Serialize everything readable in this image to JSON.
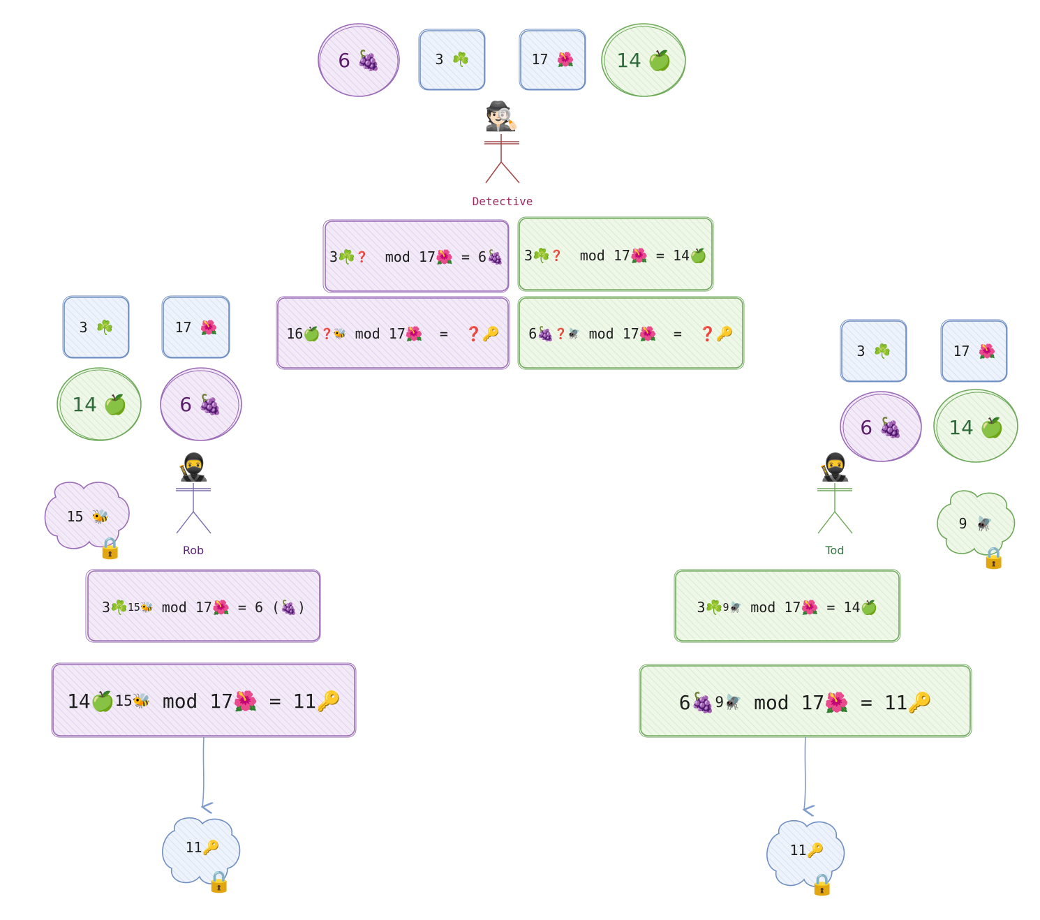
{
  "emoji": {
    "grapes": "🍇",
    "clover": "☘️",
    "hibiscus": "🌺",
    "apple": "🍏",
    "bee": "🐝",
    "fly": "🪰",
    "key": "🔑",
    "lock": "🔒",
    "question": "❓",
    "detective": "🕵🏻",
    "ninja": "🥷"
  },
  "colors": {
    "purple_stroke": "#9a6bb6",
    "purple_fill": "#eee2f5",
    "purple_text": "#5b1d6b",
    "green_stroke": "#6ea95a",
    "green_fill": "#e7f4df",
    "green_text": "#2e6a3a",
    "blue_stroke": "#6f8fc4",
    "blue_fill": "#e6eef9",
    "detective_color": "#a34a4a",
    "detective_label": "#9c2760"
  },
  "top": {
    "grapes_value": "6",
    "clover_value": "3",
    "hibiscus_value": "17",
    "apple_value": "14"
  },
  "detective": {
    "name": "Detective",
    "eq1": {
      "base": "3",
      "mod": "mod 17",
      "result": "= 6"
    },
    "eq2": {
      "base": "3",
      "mod": "mod 17",
      "result": "= 14"
    },
    "eq3": {
      "base": "16",
      "mod": "mod 17",
      "result": "="
    },
    "eq4": {
      "base": "6",
      "mod": "mod 17",
      "result": "="
    }
  },
  "rob": {
    "name": "Rob",
    "clover_value": "3",
    "hibiscus_value": "17",
    "apple_value": "14",
    "grapes_value": "6",
    "secret_value": "15",
    "eq1": {
      "base": "3",
      "exp": "15",
      "mod": "mod 17",
      "result": "= 6 (",
      "close": ")"
    },
    "eq2": {
      "base": "14",
      "exp": "15",
      "mod": "mod 17",
      "result": "= 11"
    },
    "key_value": "11"
  },
  "tod": {
    "name": "Tod",
    "clover_value": "3",
    "hibiscus_value": "17",
    "grapes_value": "6",
    "apple_value": "14",
    "secret_value": "9",
    "eq1": {
      "base": "3",
      "exp": "9",
      "mod": "mod 17",
      "result": "= 14"
    },
    "eq2": {
      "base": "6",
      "exp": "9",
      "mod": "mod 17",
      "result": "= 11"
    },
    "key_value": "11"
  }
}
